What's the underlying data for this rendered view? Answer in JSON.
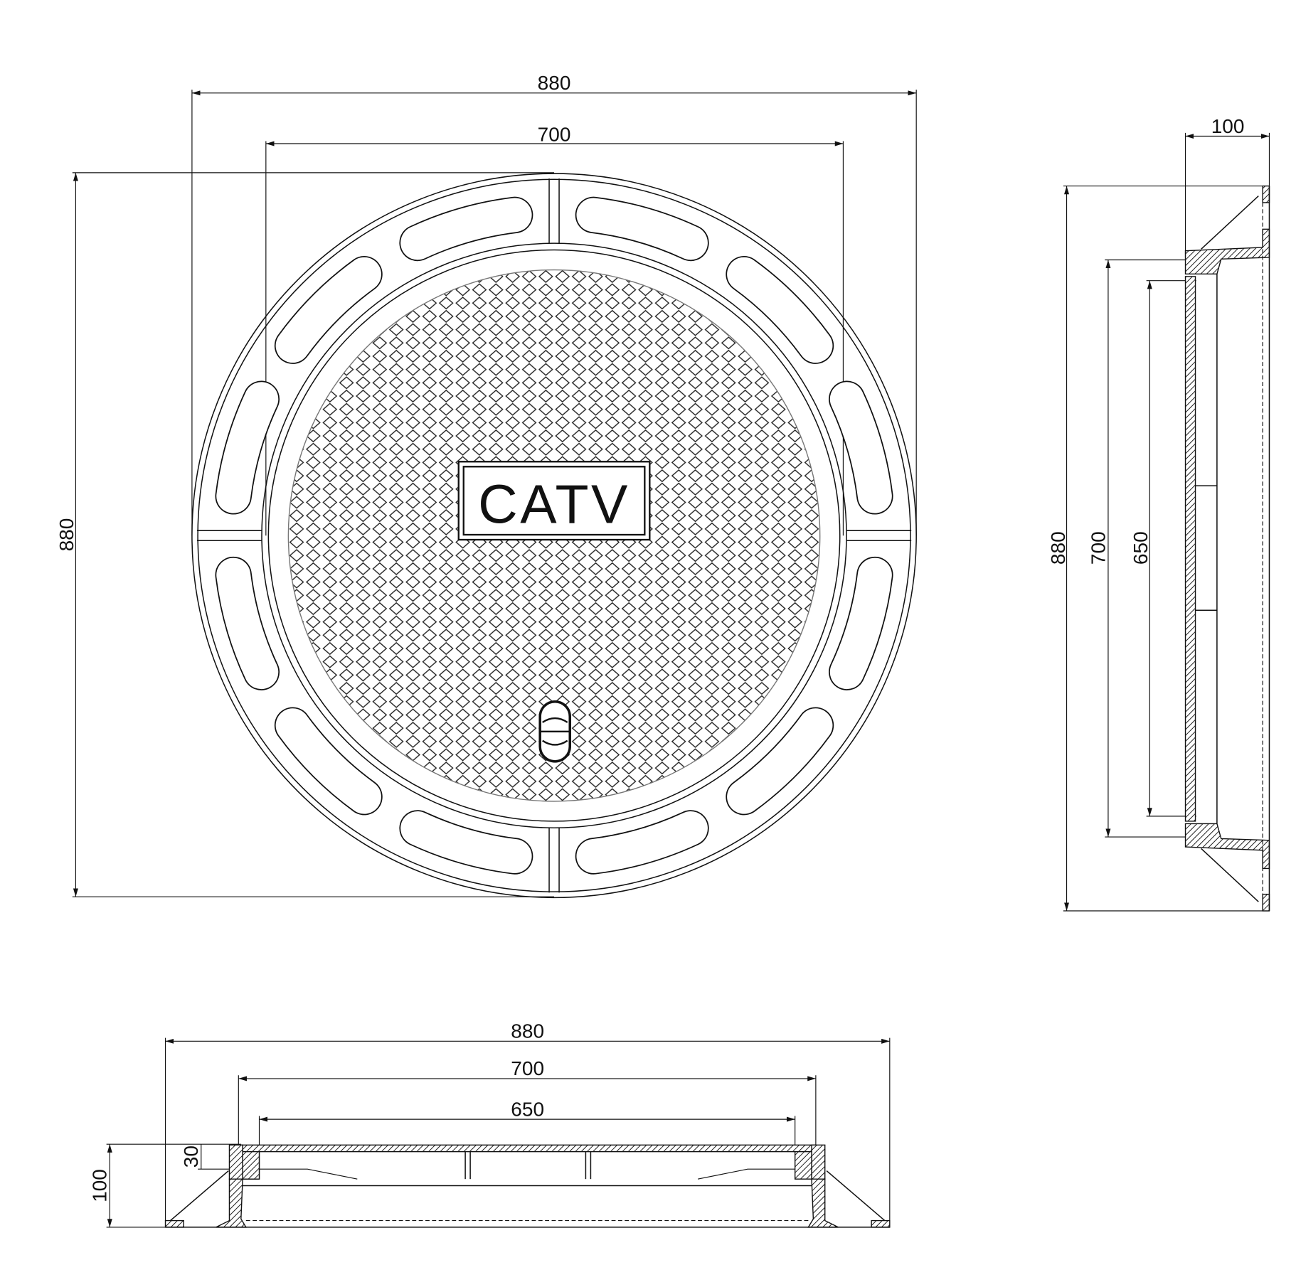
{
  "title": "CATV manhole cover drawing",
  "cover_label": "CATV",
  "top_view": {
    "width_outer": "880",
    "width_inner": "700",
    "height_outer": "880"
  },
  "side_view": {
    "depth": "100",
    "height_outer": "880",
    "height_frame": "700",
    "height_cover": "650"
  },
  "front_view": {
    "width_outer": "880",
    "width_frame": "700",
    "width_cover": "650",
    "height_total": "100",
    "height_cover": "30"
  }
}
